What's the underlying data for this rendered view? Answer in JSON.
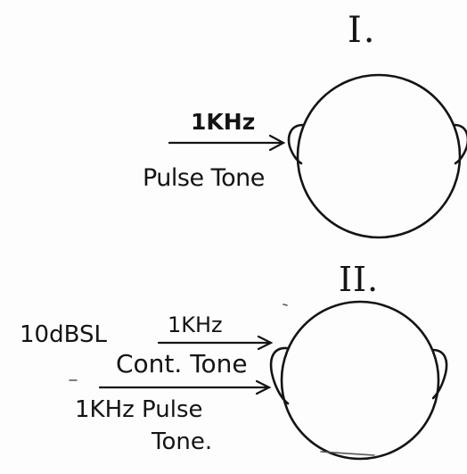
{
  "figure": {
    "panel_1": {
      "label": "I.",
      "frequency": "1KHz",
      "tone": "Pulse Tone"
    },
    "panel_2": {
      "label": "II.",
      "level": "10dBSL",
      "frequency": "1KHz",
      "cont_tone": "Cont. Tone",
      "pulse_line_1": "1KHz Pulse",
      "pulse_line_2": "Tone."
    }
  },
  "colors": {
    "ink": "#141414",
    "paper": "#fdfdfd"
  }
}
